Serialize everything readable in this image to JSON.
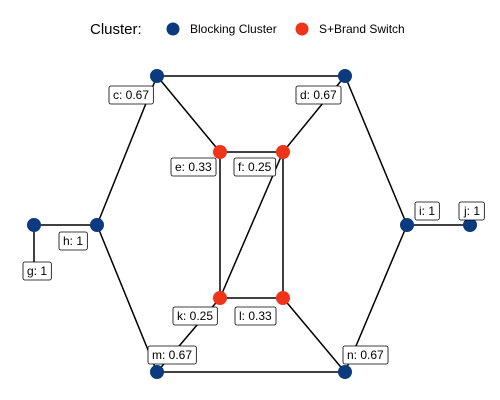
{
  "legend": {
    "title": "Cluster:",
    "items": [
      {
        "label": "Blocking Cluster",
        "color": "#0b3a7e"
      },
      {
        "label": "S+Brand Switch",
        "color": "#f0341a"
      }
    ]
  },
  "nodes": [
    {
      "id": "c",
      "label": "c: 0.67",
      "cluster": 0
    },
    {
      "id": "d",
      "label": "d: 0.67",
      "cluster": 0
    },
    {
      "id": "e",
      "label": "e: 0.33",
      "cluster": 1
    },
    {
      "id": "f",
      "label": "f: 0.25",
      "cluster": 1
    },
    {
      "id": "g",
      "label": "g: 1",
      "cluster": 0
    },
    {
      "id": "h",
      "label": "h: 1",
      "cluster": 0
    },
    {
      "id": "i",
      "label": "i: 1",
      "cluster": 0
    },
    {
      "id": "j",
      "label": "j: 1",
      "cluster": 0
    },
    {
      "id": "k",
      "label": "k: 0.25",
      "cluster": 1
    },
    {
      "id": "l",
      "label": "l: 0.33",
      "cluster": 1
    },
    {
      "id": "m",
      "label": "m: 0.67",
      "cluster": 0
    },
    {
      "id": "n",
      "label": "n: 0.67",
      "cluster": 0
    }
  ],
  "edges": [
    [
      "c",
      "d"
    ],
    [
      "c",
      "e"
    ],
    [
      "c",
      "h"
    ],
    [
      "d",
      "f"
    ],
    [
      "d",
      "i"
    ],
    [
      "e",
      "f"
    ],
    [
      "e",
      "k"
    ],
    [
      "f",
      "k"
    ],
    [
      "f",
      "l"
    ],
    [
      "k",
      "l"
    ],
    [
      "k",
      "m"
    ],
    [
      "l",
      "n"
    ],
    [
      "h",
      "g"
    ],
    [
      "h",
      "m"
    ],
    [
      "i",
      "j"
    ],
    [
      "i",
      "n"
    ],
    [
      "m",
      "n"
    ]
  ]
}
